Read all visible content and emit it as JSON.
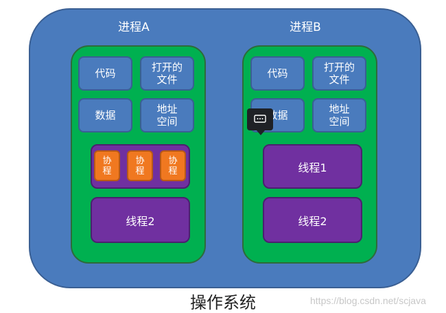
{
  "diagram": {
    "caption": "操作系统",
    "process_a": {
      "title": "进程A",
      "code": "代码",
      "open_files": "打开的\n文件",
      "data": "数据",
      "address_space": "地址\n空间",
      "coroutines": [
        "协\n程",
        "协\n程",
        "协\n程"
      ],
      "thread": "线程2"
    },
    "process_b": {
      "title": "进程B",
      "code": "代码",
      "open_files": "打开的\n文件",
      "data": "数据",
      "address_space": "地址\n空间",
      "thread1": "线程1",
      "thread2": "线程2"
    },
    "watermark": "https://blog.csdn.net/scjava"
  },
  "colors": {
    "os_blue": "#4a7bbd",
    "process_green": "#00b050",
    "thread_purple": "#7030a0",
    "coroutine_orange": "#f07820"
  },
  "icons": {
    "tooltip": "chat-bubble-icon"
  }
}
